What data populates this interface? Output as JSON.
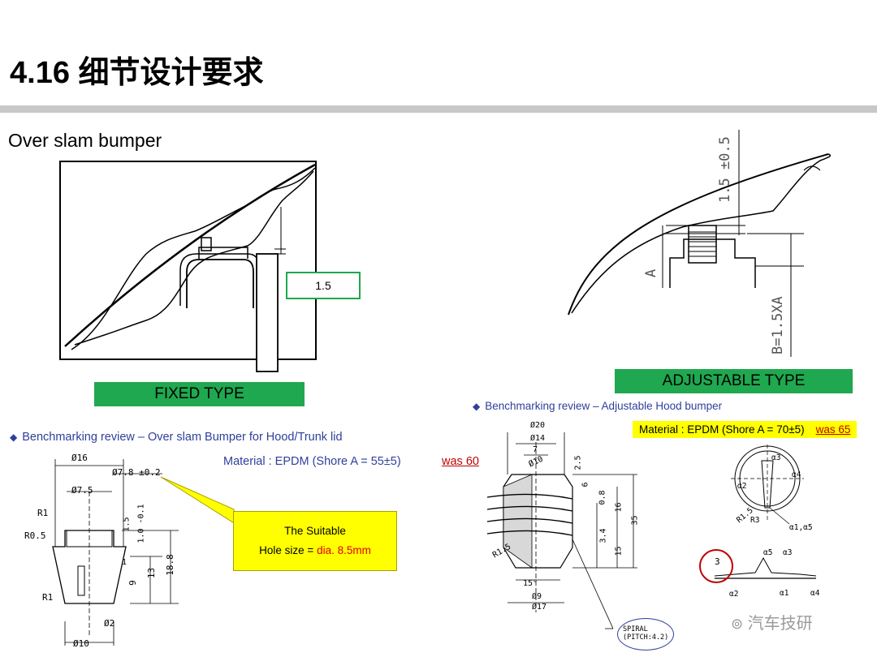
{
  "title": "4.16 细节设计要求",
  "subtitle": "Over slam bumper",
  "fixed": {
    "dimension_label": "1.5",
    "type_label": "FIXED TYPE"
  },
  "adjustable": {
    "dim_top": "1.5 ±0.5",
    "dim_a": "A",
    "dim_b": "B=1.5XA",
    "type_label": "ADJUSTABLE  TYPE"
  },
  "bench_left": {
    "text": "Benchmarking review – Over slam Bumper for Hood/Trunk lid",
    "material": "Material : EPDM (Shore A = 55±5)",
    "was": "was 60",
    "callout_line1": "The Suitable",
    "callout_line2_prefix": "Hole size = ",
    "callout_line2_value": "dia. 8.5mm",
    "dims": {
      "d16": "Ø16",
      "d78": "Ø7.8 ±0.2",
      "d75": "Ø7.5",
      "r1a": "R1",
      "r05": "R0.5",
      "r1b": "R1",
      "d2": "Ø2",
      "d10": "Ø10",
      "v15": "1.5",
      "v10": "1.0 -0.1",
      "v1": "1",
      "v9": "9",
      "v13": "13",
      "v188": "18.8"
    }
  },
  "bench_right": {
    "text": "Benchmarking review – Adjustable Hood bumper",
    "material": "Material : EPDM (Shore A = 70±5)",
    "was": "was 65",
    "spiral_line1": "SPIRAL",
    "spiral_line2": "(PITCH:4.2)",
    "dims": {
      "d20": "Ø20",
      "d14": "Ø14",
      "v7": "7",
      "d10": "Ø10",
      "d9": "Ø9",
      "d17": "Ø17",
      "v25": "2.5",
      "v6": "6",
      "v08": "0.8",
      "v16": "16",
      "v35": "35",
      "v34": "3.4",
      "v15": "15",
      "r15": "R1.5",
      "a15": "15°",
      "a3": "α3",
      "a4": "α4",
      "a2": "α2",
      "a1a5": "α1,α5",
      "a5": "α5",
      "a1": "α1",
      "r3": "R3",
      "r15b": "R1.5",
      "circ3": "3"
    }
  },
  "watermark": "汽车技研"
}
